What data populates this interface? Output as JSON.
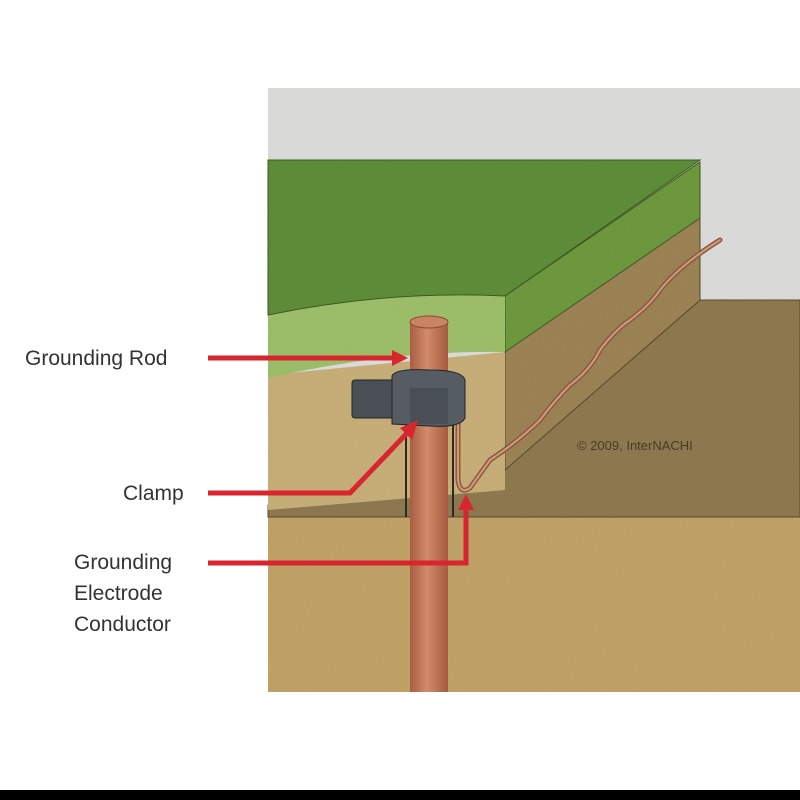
{
  "labels": {
    "grounding_rod": "Grounding Rod",
    "clamp": "Clamp",
    "gec_line1": "Grounding",
    "gec_line2": "Electrode",
    "gec_line3": "Conductor"
  },
  "copyright": "© 2009, InterNACHI",
  "colors": {
    "arrow": "#d8262e",
    "grass": "#5f8f3a",
    "rod": "#c57a5a",
    "clamp": "#4a4f55",
    "soil": "#c2a468",
    "background_wall": "#d9d9d7"
  }
}
